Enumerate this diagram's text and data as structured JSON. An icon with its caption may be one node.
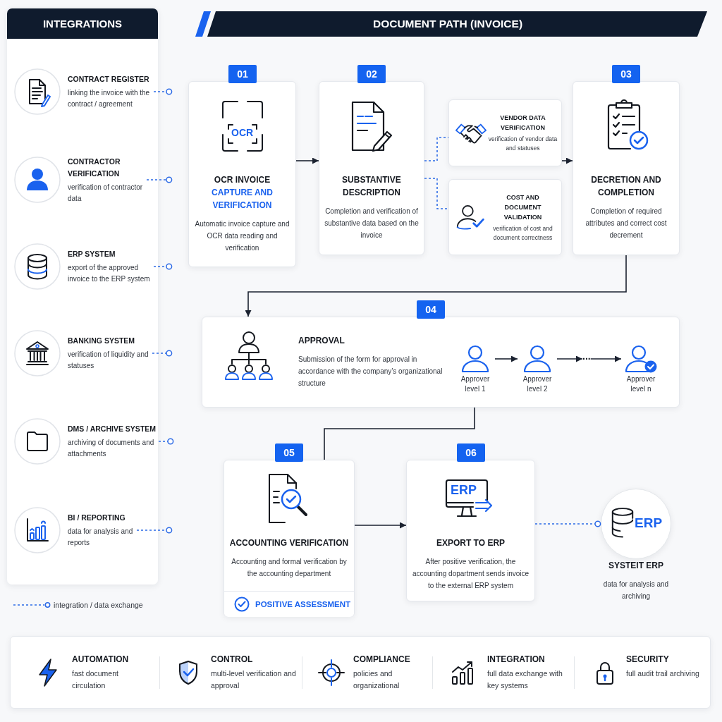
{
  "diagram": {
    "title": "DOCUMENT PATH (INVOICE)",
    "nodes": [
      {
        "text": [
          "INTEGRATIONS"
        ]
      },
      {
        "text": [
          "CONTRACT REGISTER",
          "linking the invoice with the contract / agreement"
        ],
        "in": 0
      },
      {
        "text": [
          "CONTRACTOR VERIFICATION",
          "verification of contractor data"
        ],
        "in": 0
      },
      {
        "text": [
          "ERP SYSTEM",
          "export of the approved invoice to the ERP system"
        ],
        "in": 0
      },
      {
        "text": [
          "BANKING SYSTEM",
          "verification of liquidity and statuses"
        ],
        "in": 0
      },
      {
        "text": [
          "DMS / ARCHIVE SYSTEM",
          "archiving of documents and attachments"
        ],
        "in": 0
      },
      {
        "text": [
          "BI / REPORTING",
          "data for analysis and reports"
        ],
        "in": 0
      },
      {
        "text": [
          "01",
          "OCR",
          "OCR INVOICE",
          "CAPTURE AND VERIFICATION",
          "Automatic invoice capture and OCR data reading and verification"
        ]
      },
      {
        "text": [
          "02",
          "SUBSTANTIVE DESCRIPTION",
          "Completion and verification of substantive data based on the invoice"
        ]
      },
      {
        "text": [
          "VENDOR DATA VERIFICATION",
          "verification of vendor data and statuses"
        ]
      },
      {
        "text": [
          "COST AND DOCUMENT VALIDATION",
          "verification of cost and document correctness"
        ]
      },
      {
        "text": [
          "03",
          "DECRETION AND COMPLETION",
          "Completion of required attributes and correct cost decrement"
        ]
      },
      {
        "text": [
          "04",
          "APPROVAL",
          "Submission of the form for approval in accordance with the company’s organizational structure"
        ]
      },
      {
        "text": [
          "Approver level 1"
        ],
        "in": 12
      },
      {
        "text": [
          "Approver level 2"
        ],
        "in": 12
      },
      {
        "text": [
          "..."
        ],
        "in": 12
      },
      {
        "text": [
          "Approver level n"
        ],
        "in": 12
      },
      {
        "text": [
          "05",
          "ACCOUNTING VERIFICATION",
          "Accounting and formal verification by the accounting department"
        ]
      },
      {
        "text": [
          "POSITIVE ASSESSMENT"
        ],
        "in": 17
      },
      {
        "text": [
          "06",
          "ERP",
          "EXPORT TO ERP",
          "After positive verification, the accounting dopartment sends invoice to the external ERP system"
        ]
      },
      {
        "text": [
          "ERP"
        ],
        "beside": [
          "SYSTEIT ERP",
          "data for analysis and archiving"
        ]
      },
      {
        "text": [
          "AUTOMATION",
          "fast document circulation",
          "CONTROL",
          "multi-level verification and approval",
          "COMPLIANCE",
          "policies and organizational",
          "INTEGRATION",
          "full data exchange with key systems",
          "SECURITY",
          "full audit trail archiving"
        ]
      }
    ],
    "edges": [
      {
        "from": 1,
        "to": null,
        "arrow": "other",
        "style": "dashed"
      },
      {
        "from": 2,
        "to": null,
        "arrow": "other",
        "style": "dashed"
      },
      {
        "from": 3,
        "to": null,
        "arrow": "other",
        "style": "dashed"
      },
      {
        "from": 4,
        "to": null,
        "arrow": "other",
        "style": "dashed"
      },
      {
        "from": 5,
        "to": null,
        "arrow": "other",
        "style": "dashed"
      },
      {
        "from": 6,
        "to": null,
        "arrow": "other",
        "style": "dashed"
      },
      {
        "from": 7,
        "to": 8,
        "arrow": "to",
        "color": "#1b2230"
      },
      {
        "from": 8,
        "to": 9,
        "arrow": "none",
        "style": "dashed"
      },
      {
        "from": 8,
        "to": 10,
        "arrow": "none",
        "style": "dashed"
      },
      {
        "from": 9,
        "to": 11,
        "arrow": "to",
        "color": "#1b2230"
      },
      {
        "from": 11,
        "to": 12,
        "arrow": "to",
        "color": "#1b2230"
      },
      {
        "from": 13,
        "to": 14,
        "arrow": "to",
        "color": "#1b2230"
      },
      {
        "from": 14,
        "to": 15,
        "arrow": "to",
        "color": "#1b2230"
      },
      {
        "from": 15,
        "to": 16,
        "arrow": "to",
        "color": "#1b2230"
      },
      {
        "from": 12,
        "to": 17,
        "arrow": "none",
        "color": "#1b2230"
      },
      {
        "from": 17,
        "to": 19,
        "arrow": "to",
        "color": "#1b2230"
      },
      {
        "from": 19,
        "to": 20,
        "arrow": "other",
        "style": "dashed"
      }
    ],
    "legend": [
      {
        "text": "integration / data exchange"
      }
    ]
  }
}
